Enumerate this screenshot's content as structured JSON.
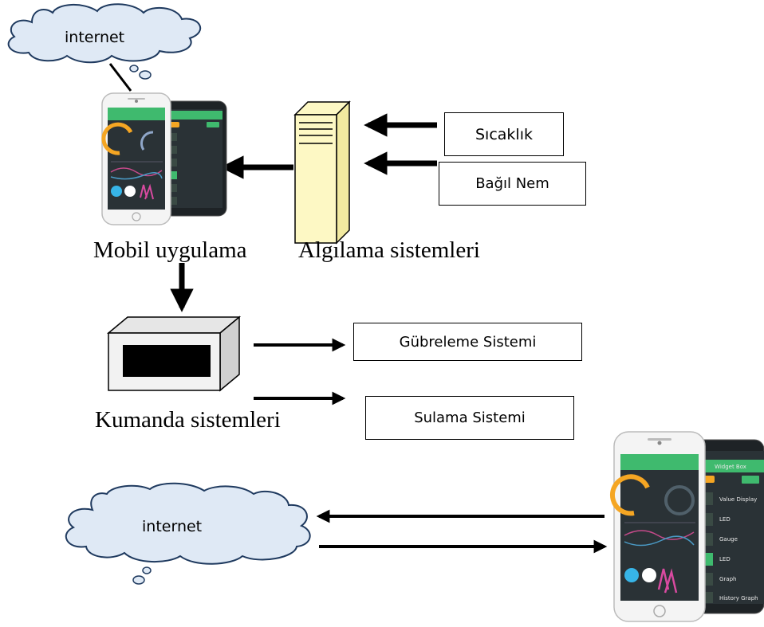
{
  "clouds": {
    "top": {
      "label": "internet"
    },
    "bottom": {
      "label": "internet"
    }
  },
  "labels": {
    "mobile_app": "Mobil uygulama",
    "sensing_systems": "Algılama sistemleri",
    "control_systems": "Kumanda sistemleri"
  },
  "sensors": {
    "temperature": "Sıcaklık",
    "humidity": "Bağıl Nem"
  },
  "outputs": {
    "fertilization": "Gübreleme Sistemi",
    "irrigation": "Sulama Sistemi"
  },
  "phone_screen": {
    "menu_items": [
      "Value Display",
      "LED",
      "Gauge",
      "LED",
      "Graph",
      "History Graph"
    ],
    "header": "Widget Box"
  },
  "colors": {
    "cloud_fill": "#dfe9f5",
    "server_fill": "#fdf8c4",
    "phone_green": "#3fba6e",
    "gauge_orange": "#f5a623"
  }
}
